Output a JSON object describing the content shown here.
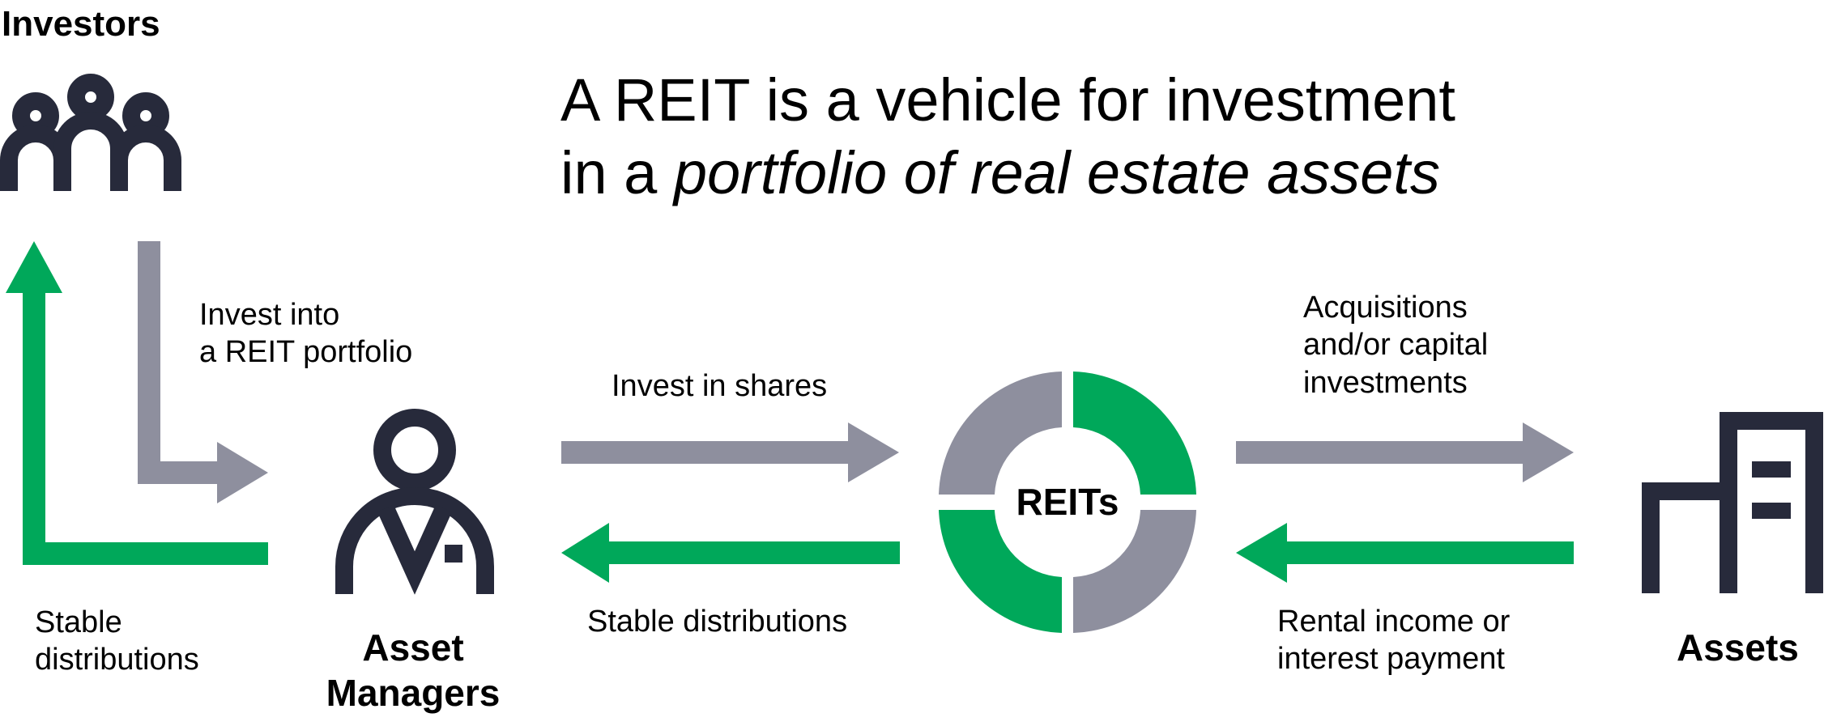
{
  "title": {
    "line1": "A REIT is a vehicle for investment",
    "line2_prefix": "in a ",
    "line2_emphasis": "portfolio of real estate assets"
  },
  "nodes": {
    "investors": "Investors",
    "asset_managers_1": "Asset",
    "asset_managers_2": "Managers",
    "reits": "REITs",
    "assets": "Assets"
  },
  "flows": {
    "invest_into_1": "Invest into",
    "invest_into_2": "a REIT portfolio",
    "stable_dist_left_1": "Stable",
    "stable_dist_left_2": "distributions",
    "invest_in_shares": "Invest in shares",
    "stable_dist_mid": "Stable distributions",
    "acquisitions_1": "Acquisitions",
    "acquisitions_2": "and/or capital",
    "acquisitions_3": "investments",
    "rental_1": "Rental income or",
    "rental_2": "interest payment"
  },
  "colors": {
    "navy": "#272a3b",
    "gray": "#8e8f9e",
    "green": "#00a85a"
  }
}
